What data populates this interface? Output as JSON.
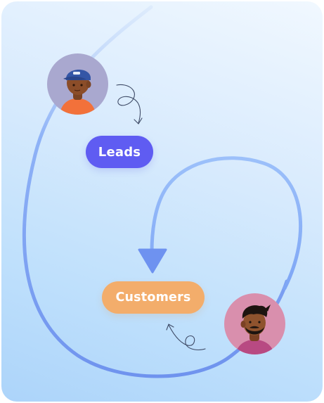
{
  "diagram": {
    "nodes": {
      "leads": {
        "label": "Leads",
        "color": "#5f5cf2"
      },
      "customers": {
        "label": "Customers",
        "color": "#f3ad6b"
      }
    },
    "avatars": {
      "lead_person": {
        "icon": "person-with-cap-avatar",
        "background": "#a9a8cf"
      },
      "customer_person": {
        "icon": "person-with-beard-avatar",
        "background": "#d98fad"
      }
    },
    "connector_color": "#7aa4f6",
    "arrowhead_color": "#6e92f0"
  }
}
